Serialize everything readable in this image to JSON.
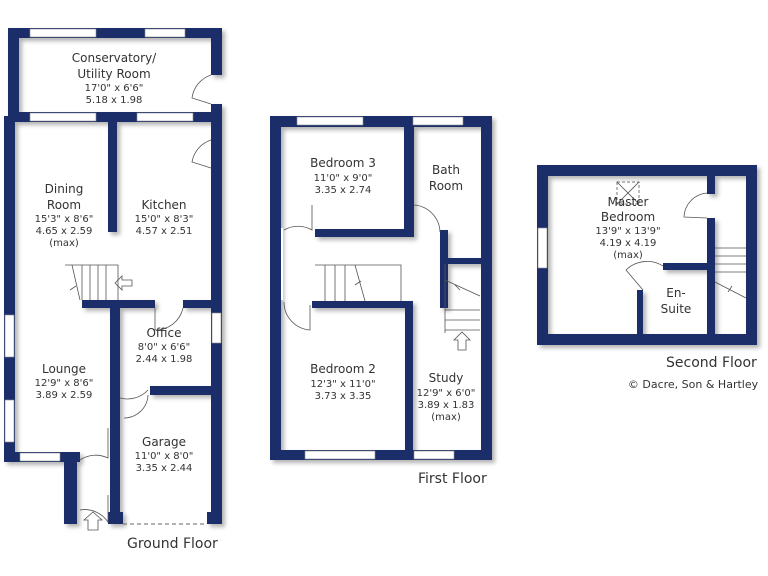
{
  "colors": {
    "wall": "#1d2d6b",
    "text": "#333333"
  },
  "ground_floor": {
    "title": "Ground Floor",
    "rooms": [
      {
        "name_lines": [
          "Conservatory/",
          "Utility Room"
        ],
        "imperial": "17'0\" x 6'6\"",
        "metric": "5.18 x 1.98"
      },
      {
        "name_lines": [
          "Dining",
          "Room"
        ],
        "imperial": "15'3\" x 8'6\"",
        "metric": "4.65 x 2.59",
        "note": "(max)"
      },
      {
        "name_lines": [
          "Kitchen"
        ],
        "imperial": "15'0\" x 8'3\"",
        "metric": "4.57 x 2.51"
      },
      {
        "name_lines": [
          "Office"
        ],
        "imperial": "8'0\" x 6'6\"",
        "metric": "2.44 x 1.98"
      },
      {
        "name_lines": [
          "Lounge"
        ],
        "imperial": "12'9\" x 8'6\"",
        "metric": "3.89 x 2.59"
      },
      {
        "name_lines": [
          "Garage"
        ],
        "imperial": "11'0\" x 8'0\"",
        "metric": "3.35 x 2.44"
      }
    ]
  },
  "first_floor": {
    "title": "First Floor",
    "rooms": [
      {
        "name_lines": [
          "Bedroom 3"
        ],
        "imperial": "11'0\" x 9'0\"",
        "metric": "3.35 x 2.74"
      },
      {
        "name_lines": [
          "Bath",
          "Room"
        ]
      },
      {
        "name_lines": [
          "Bedroom 2"
        ],
        "imperial": "12'3\" x 11'0\"",
        "metric": "3.73 x 3.35"
      },
      {
        "name_lines": [
          "Study"
        ],
        "imperial": "12'9\" x 6'0\"",
        "metric": "3.89 x 1.83",
        "note": "(max)"
      }
    ]
  },
  "second_floor": {
    "title": "Second Floor",
    "rooms": [
      {
        "name_lines": [
          "Master",
          "Bedroom"
        ],
        "imperial": "13'9\" x 13'9\"",
        "metric": "4.19 x 4.19",
        "note": "(max)"
      },
      {
        "name_lines": [
          "En-",
          "Suite"
        ]
      }
    ]
  },
  "copyright": "© Dacre, Son & Hartley"
}
